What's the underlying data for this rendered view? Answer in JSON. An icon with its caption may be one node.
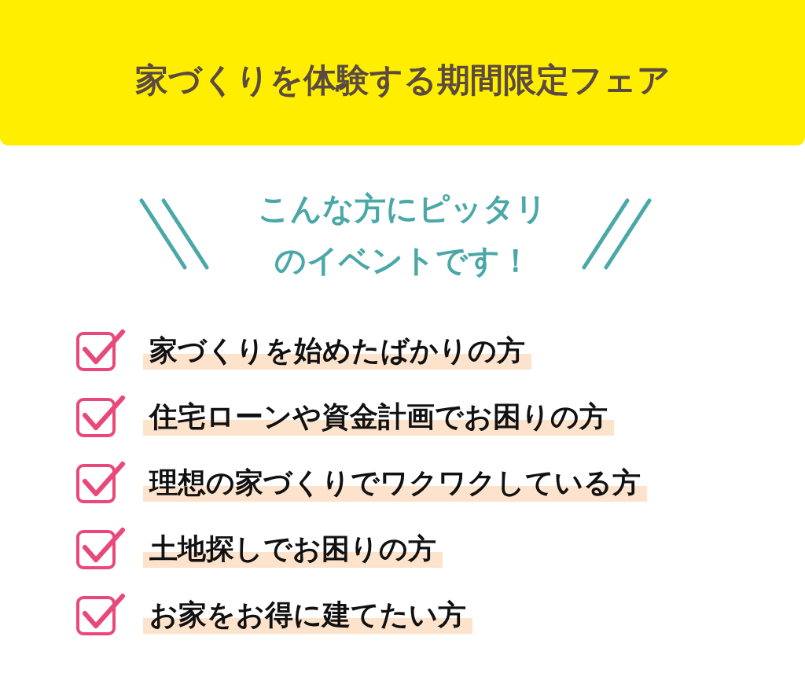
{
  "diagram": {
    "title": "家づくりを体験する期間限定フェア",
    "labels": [
      "こんな方にピッタリのイベントです！",
      "家づくりを始めたばかりの方",
      "住宅ローンや資金計画でお困りの方",
      "理想の家づくりでワクワクしている方",
      "土地探しでお困りの方",
      "お家をお得に建てたい方"
    ]
  }
}
